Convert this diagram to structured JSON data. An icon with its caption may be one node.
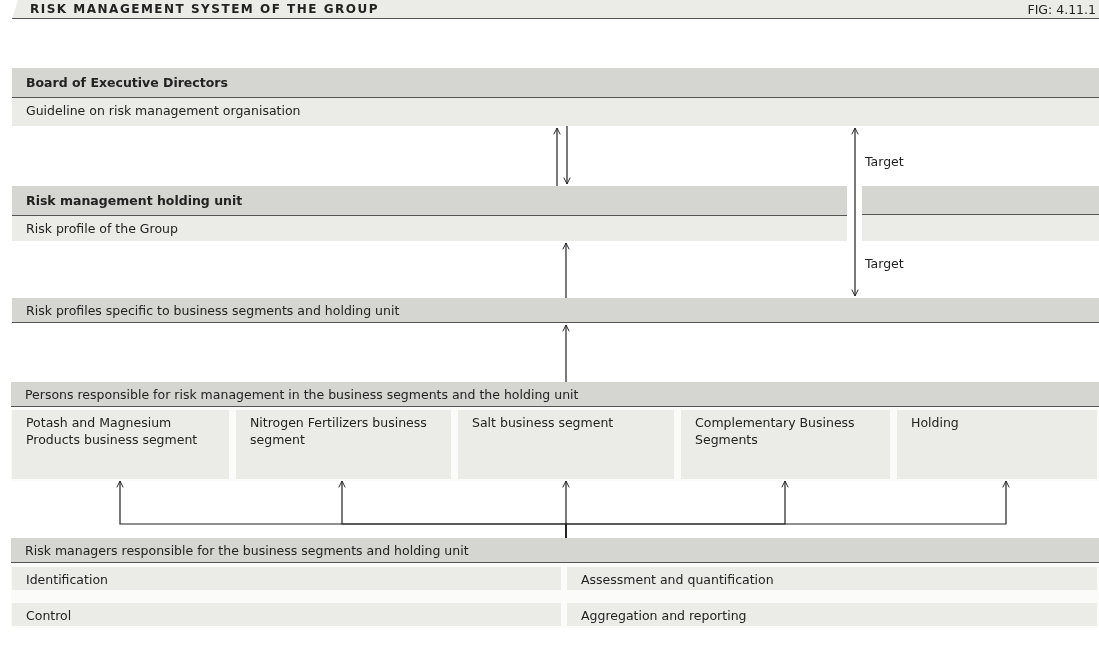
{
  "diagram": {
    "title": "RISK MANAGEMENT SYSTEM OF THE GROUP",
    "nodes": [
      {
        "text": [
          "Board of Executive Directors",
          "Guideline on risk management organisation"
        ]
      },
      {
        "text": [
          "Risk management holding unit",
          "Risk profile of the Group"
        ]
      },
      {
        "text": [],
        "shape": "box"
      },
      {
        "text": [
          "Risk profiles specific to business segments and holding unit"
        ]
      },
      {
        "text": [
          "Persons responsible for risk management in the business segments and the holding unit"
        ]
      },
      {
        "text": [
          "Potash and Magnesium Products business segment"
        ],
        "in": 4
      },
      {
        "text": [
          "Nitrogen Fertilizers business segment"
        ],
        "in": 4
      },
      {
        "text": [
          "Salt business segment"
        ],
        "in": 4
      },
      {
        "text": [
          "Complementary Business Segments"
        ],
        "in": 4
      },
      {
        "text": [
          "Holding"
        ],
        "in": 4
      },
      {
        "text": [
          "Risk managers responsible for the business segments and holding unit"
        ]
      },
      {
        "text": [
          "Identification"
        ],
        "in": 10
      },
      {
        "text": [
          "Assessment and quantification"
        ],
        "in": 10
      },
      {
        "text": [
          "Control"
        ],
        "in": 10
      },
      {
        "text": [
          "Aggregation and reporting"
        ],
        "in": 10
      }
    ],
    "edges": [
      {
        "from": 1,
        "to": 0,
        "arrow": "to"
      },
      {
        "from": 0,
        "to": 1,
        "arrow": "to"
      },
      {
        "from": 3,
        "to": 0,
        "arrow": "both",
        "label": "Target"
      },
      {
        "from": 3,
        "to": 1,
        "arrow": "to"
      },
      {
        "from": 4,
        "to": 3,
        "arrow": "to"
      },
      {
        "from": 10,
        "to": 5,
        "arrow": "to"
      },
      {
        "from": 10,
        "to": 6,
        "arrow": "to"
      },
      {
        "from": 10,
        "to": 7,
        "arrow": "to"
      },
      {
        "from": 10,
        "to": 8,
        "arrow": "to"
      },
      {
        "from": 10,
        "to": 9,
        "arrow": "to"
      }
    ],
    "labels": [
      "FIG: 4.11.1",
      "Target"
    ]
  }
}
